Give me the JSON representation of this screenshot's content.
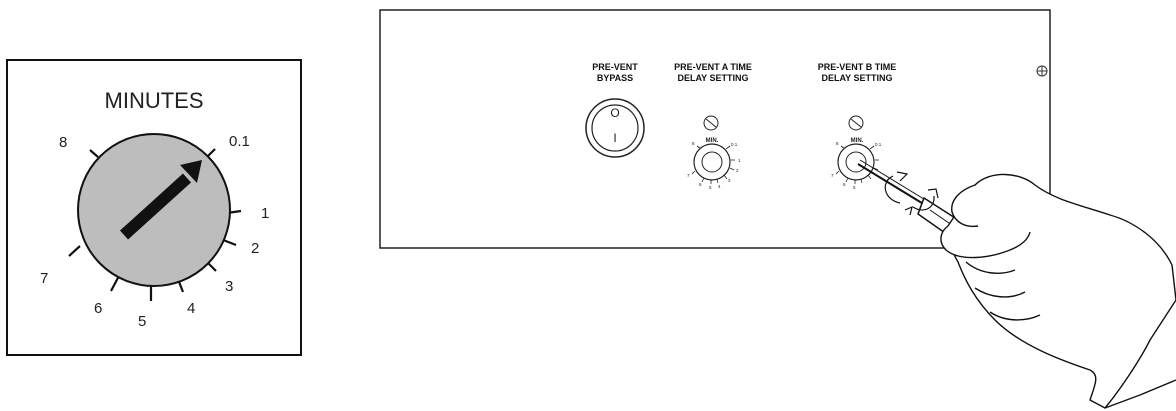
{
  "detail_dial": {
    "title": "MINUTES",
    "scale_labels": [
      "8",
      "0.1",
      "1",
      "2",
      "3",
      "4",
      "5",
      "6",
      "7"
    ]
  },
  "panel": {
    "bypass_label_line1": "PRE-VENT",
    "bypass_label_line2": "BYPASS",
    "bypass_switch_marks": [
      "O",
      "I"
    ],
    "timer_a_label_line1": "PRE-VENT A TIME",
    "timer_a_label_line2": "DELAY SETTING",
    "timer_b_label_line1": "PRE-VENT B TIME",
    "timer_b_label_line2": "DELAY SETTING",
    "knob_unit": "MIN.",
    "knob_scale_labels": [
      "8",
      "0.1",
      "1",
      "2",
      "3",
      "4",
      "5",
      "6",
      "7"
    ]
  },
  "colors": {
    "dial_face": "#bdbdbd",
    "line": "#111111",
    "background": "#ffffff"
  }
}
